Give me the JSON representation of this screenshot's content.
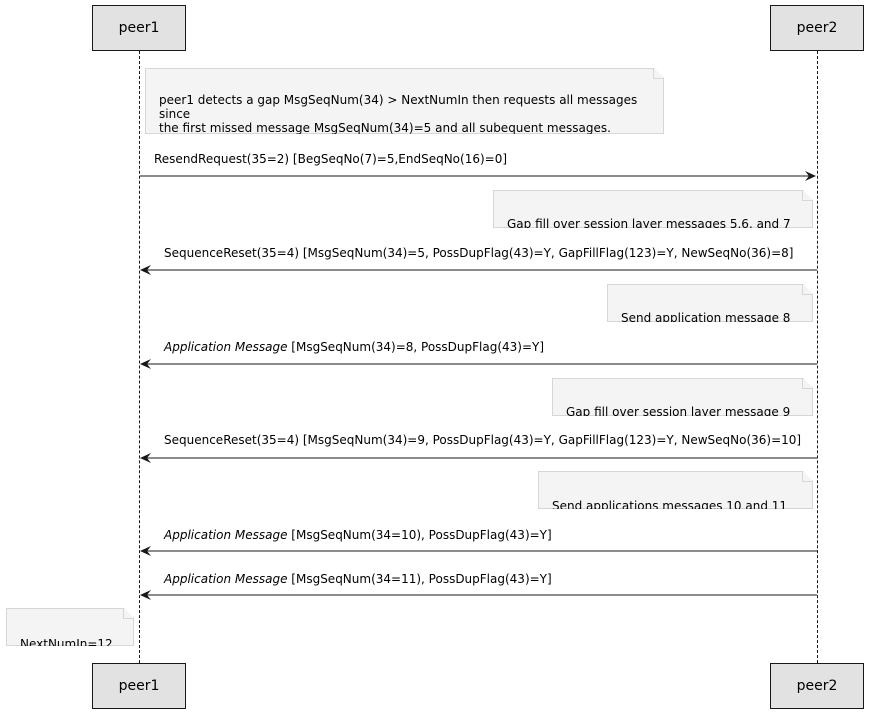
{
  "participants": [
    {
      "id": "peer1",
      "label": "peer1"
    },
    {
      "id": "peer2",
      "label": "peer2"
    }
  ],
  "notes": {
    "gap_detect": "peer1 detects a gap  MsgSeqNum(34) > NextNumIn then requests all messages since\n the first missed message MsgSeqNum(34)=5 and all subequent messages.",
    "gap_fill_5_7": "Gap fill over session layer messages 5,6, and 7",
    "send_app_8": "Send application message 8",
    "gap_fill_9": "Gap fill over session layer message  9",
    "send_app_10_11": "Send applications messages  10 and 11",
    "next_num_in": "NextNumIn=12"
  },
  "messages": {
    "m1": {
      "italic": "",
      "text": "ResendRequest(35=2) [BegSeqNo(7)=5,EndSeqNo(16)=0]"
    },
    "m2": {
      "italic": "",
      "text": "SequenceReset(35=4) [MsgSeqNum(34)=5, PossDupFlag(43)=Y, GapFillFlag(123)=Y, NewSeqNo(36)=8]"
    },
    "m3": {
      "italic": "Application Message",
      "text": " [MsgSeqNum(34)=8, PossDupFlag(43)=Y]"
    },
    "m4": {
      "italic": "",
      "text": "SequenceReset(35=4) [MsgSeqNum(34)=9, PossDupFlag(43)=Y, GapFillFlag(123)=Y, NewSeqNo(36)=10]"
    },
    "m5": {
      "italic": "Application Message",
      "text": " [MsgSeqNum(34=10), PossDupFlag(43)=Y]"
    },
    "m6": {
      "italic": "Application Message",
      "text": " [MsgSeqNum(34=11), PossDupFlag(43)=Y]"
    }
  }
}
